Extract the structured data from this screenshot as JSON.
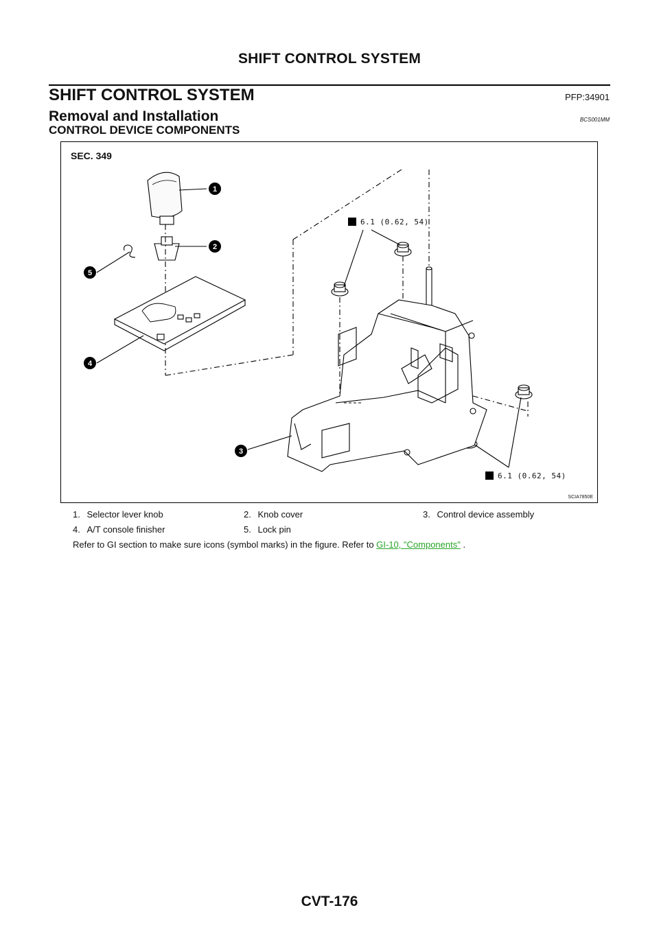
{
  "header": {
    "title": "SHIFT CONTROL SYSTEM"
  },
  "section": {
    "title": "SHIFT CONTROL SYSTEM",
    "pfp": "PFP:34901"
  },
  "subsection": {
    "title": "Removal and Installation",
    "code": "BCS001MM"
  },
  "subsubsection": {
    "title": "CONTROL DEVICE COMPONENTS"
  },
  "figure": {
    "sec": "SEC. 349",
    "torque_upper": "6.1 (0.62, 54)",
    "torque_lower": "6.1 (0.62, 54)",
    "callouts": [
      "1",
      "2",
      "3",
      "4",
      "5"
    ],
    "figure_id": "SCIA7850E"
  },
  "legend": [
    {
      "num": "1.",
      "label": "Selector lever knob"
    },
    {
      "num": "2.",
      "label": "Knob cover"
    },
    {
      "num": "3.",
      "label": "Control device assembly"
    },
    {
      "num": "4.",
      "label": "A/T console finisher"
    },
    {
      "num": "5.",
      "label": "Lock pin"
    }
  ],
  "note": {
    "text_before": "Refer to GI section to make sure icons (symbol marks) in the figure. Refer to ",
    "link": "GI-10, \"Components\"",
    "text_after": " ."
  },
  "footer": {
    "page": "CVT-176"
  }
}
